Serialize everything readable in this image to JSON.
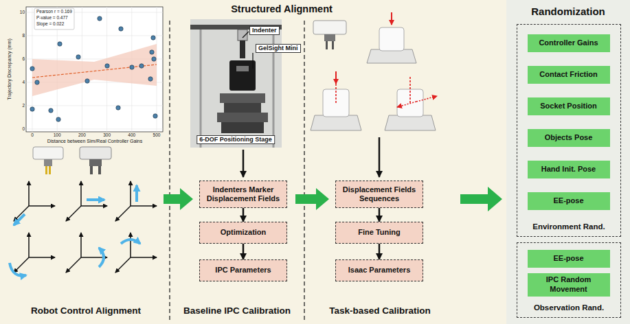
{
  "diagram": {
    "title": "Structured Alignment",
    "nodes": [
      {
        "text": [
          "Indenters Marker Displacement Fields"
        ]
      },
      {
        "text": [
          "Optimization"
        ]
      },
      {
        "text": [
          "IPC Parameters"
        ]
      },
      {
        "text": [
          "Displacement Fields Sequences"
        ]
      },
      {
        "text": [
          "Fine Tuning"
        ]
      },
      {
        "text": [
          "Isaac Parameters"
        ]
      },
      {
        "text": [
          "Randomization"
        ]
      },
      {
        "text": [
          "Environment Rand."
        ],
        "in": 6
      },
      {
        "text": [
          "Controller Gains"
        ],
        "in": 7
      },
      {
        "text": [
          "Contact Friction"
        ],
        "in": 7
      },
      {
        "text": [
          "Socket Position"
        ],
        "in": 7
      },
      {
        "text": [
          "Objects Pose"
        ],
        "in": 7
      },
      {
        "text": [
          "Hand Init. Pose"
        ],
        "in": 7
      },
      {
        "text": [
          "EE-pose"
        ],
        "in": 7
      },
      {
        "text": [
          "Observation Rand."
        ],
        "in": 6
      },
      {
        "text": [
          "EE-pose"
        ],
        "in": 14
      },
      {
        "text": [
          "IPC Random Movement"
        ],
        "in": 14
      }
    ],
    "edges": [
      {
        "from": 0,
        "to": 1,
        "arrow": "to"
      },
      {
        "from": 1,
        "to": 2,
        "arrow": "to"
      },
      {
        "from": 3,
        "to": 4,
        "arrow": "to"
      },
      {
        "from": 4,
        "to": 5,
        "arrow": "to"
      }
    ],
    "labels": [
      "Pearson r = 0.169",
      "P-value = 0.477",
      "Slope = 0.022",
      "0",
      "100",
      "200",
      "300",
      "400",
      "500",
      "0",
      "2",
      "4",
      "6",
      "8",
      "10",
      "Distance between Sim/Real Controller Gains",
      "Trajectory Discrepancy (mm)",
      "Indenter",
      "GelSight Mini",
      "6-DOF Positioning Stage",
      "Robot Control Alignment",
      "Baseline IPC Calibration",
      "Task-based Calibration"
    ]
  }
}
